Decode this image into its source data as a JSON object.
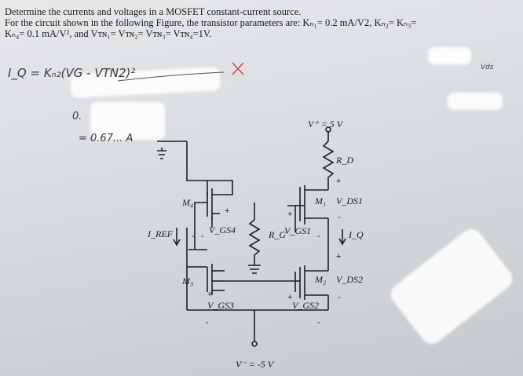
{
  "problem": {
    "line1": "Determine the currents and voltages in a MOSFET constant-current source.",
    "line2": "For the circuit shown in the following Figure, the transistor parameters are: Kₙ₁= 0.2 mA/V2, Kₙ₂= Kₙ₃=",
    "line3": "Kₙ₄= 0.1 mA/V², and Vᴛɴ₁= Vᴛɴ₂= Vᴛɴ₃= Vᴛɴ₄=1V."
  },
  "handwriting": {
    "eq1": "I_Q = Kₙ₂(VG - VTN2)²",
    "eq2": "0.",
    "eq3": "= 0.67... A",
    "corner": "Vds"
  },
  "circuit": {
    "vplus": "V⁺ = 5 V",
    "vminus": "V⁻ = -5 V",
    "rd": "R_D",
    "rg": "R_G",
    "m1": "M₁",
    "m2": "M₂",
    "m3": "M₃",
    "m4": "M₄",
    "vds1": "V_DS1",
    "vds2": "V_DS2",
    "vgs1": "V_GS1",
    "vgs2": "V_GS2",
    "vgs3": "V_GS3",
    "vgs4": "V_GS4",
    "iref": "I_REF",
    "iq": "I_Q",
    "plus": "+",
    "minus": "-"
  }
}
